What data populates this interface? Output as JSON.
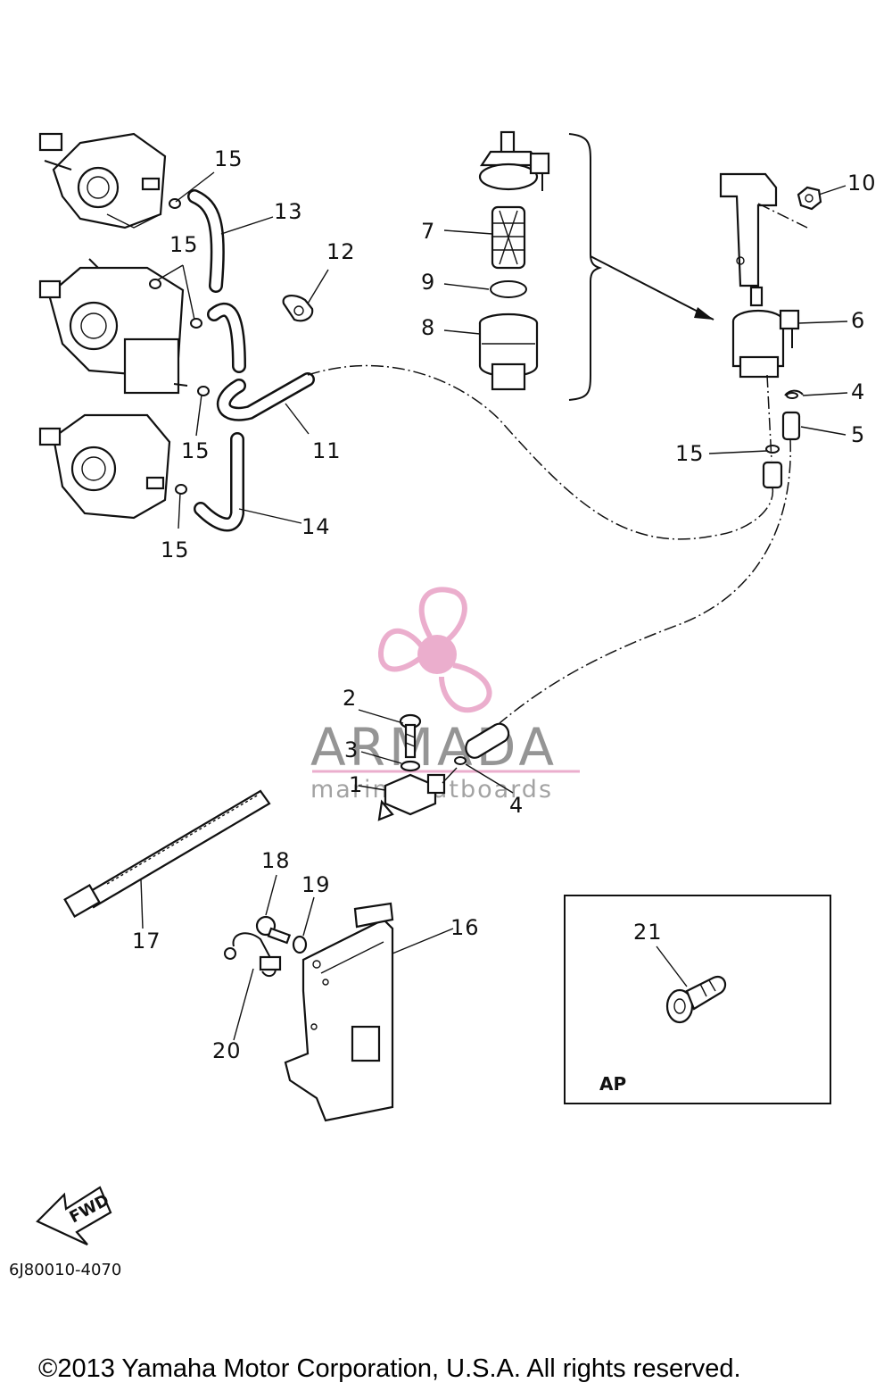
{
  "callouts": {
    "c1": "1",
    "c2": "2",
    "c3": "3",
    "c4a": "4",
    "c4b": "4",
    "c5": "5",
    "c6": "6",
    "c7": "7",
    "c8": "8",
    "c9": "9",
    "c10": "10",
    "c11": "11",
    "c12": "12",
    "c13": "13",
    "c14": "14",
    "c15a": "15",
    "c15b": "15",
    "c15c": "15",
    "c15d": "15",
    "c15e": "15",
    "c16": "16",
    "c17": "17",
    "c18": "18",
    "c19": "19",
    "c20": "20",
    "c21": "21"
  },
  "inset": {
    "label": "AP"
  },
  "fwd_label": "FWD",
  "drawing_number": "6J80010-4070",
  "watermark": {
    "brand": "ARMADA",
    "tagline": "marine outboards",
    "accent": "#e9a6c8"
  },
  "copyright": "©2013 Yamaha Motor Corporation, U.S.A. All rights reserved.",
  "icons": [
    "propeller-logo-icon",
    "fwd-arrow-icon"
  ]
}
